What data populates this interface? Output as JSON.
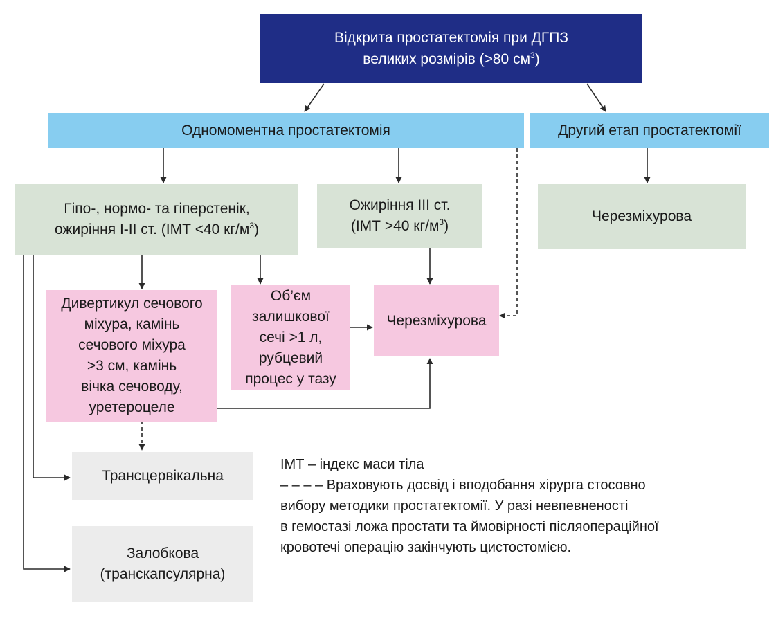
{
  "top": {
    "line1": "Відкрита простатектомія при ДГПЗ",
    "line2_pre": "великих розмірів (>80 см",
    "line2_sup": "3",
    "line2_post": ")"
  },
  "one_stage": "Одномоментна простатектомія",
  "second_stage": "Другий етап простатектомії",
  "normal_weight": {
    "line1": "Гіпо-, нормо- та гіперстенік,",
    "line2_pre": "ожиріння І-ІІ ст. (ІМТ <40 кг/м",
    "line2_sup": "3",
    "line2_post": ")"
  },
  "obesity3": {
    "line1": "Ожиріння ІІІ ст.",
    "line2_pre": "(ІМТ >40 кг/м",
    "line2_sup": "3",
    "line2_post": ")"
  },
  "transvesical_right": "Черезміхурова",
  "diverticulum": "Дивертикул сечового\nміхура, камінь\nсечового міхура\n>3 см, камінь\nвічка сечоводу,\nуретероцеле",
  "residual_urine": "Об’єм\nзалишкової\nсечі >1 л,\nрубцевий\nпроцес у тазу",
  "transvesical_mid": "Черезміхурова",
  "transcervical": "Трансцервікальна",
  "retropubic": "Залобкова\n(транскапсулярна)",
  "legend": {
    "imt": "ІМТ – індекс маси тіла",
    "dashed_line1": "– – –  – Враховують досвід і вподобання хірурга стосовно",
    "dashed_line2": "вибору методики простатектомії. У разі невпевненості",
    "dashed_line3": "в гемостазі ложа простати та ймовірності післяопераційної",
    "dashed_line4": "кровотечі операцію закінчують цистостомією."
  },
  "colors": {
    "navy": "#1f2d86",
    "sky": "#87cdf0",
    "sage": "#d8e3d6",
    "pink": "#f6c8e0",
    "grey": "#ececec"
  }
}
